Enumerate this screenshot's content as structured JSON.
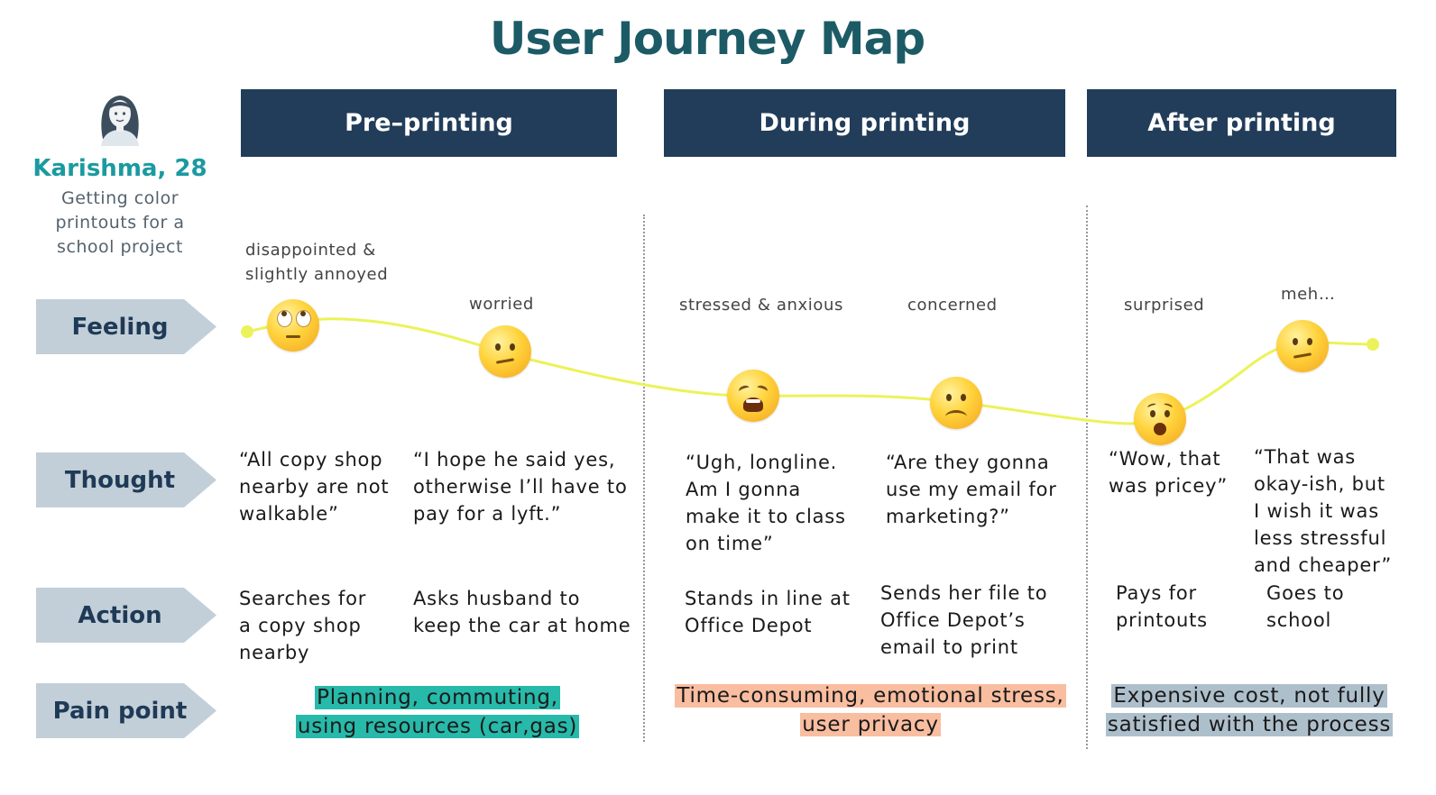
{
  "title": "User Journey Map",
  "persona": {
    "name": "Karishma, 28",
    "description_lines": [
      "Getting color",
      "printouts for a",
      "school project"
    ],
    "avatar_icon": "woman-avatar-icon"
  },
  "phases": [
    {
      "label": "Pre–printing"
    },
    {
      "label": "During printing"
    },
    {
      "label": "After printing"
    }
  ],
  "row_labels": {
    "feeling": "Feeling",
    "thought": "Thought",
    "action": "Action",
    "pain_point": "Pain point"
  },
  "steps": [
    {
      "feeling": [
        "disappointed &",
        "slightly annoyed"
      ],
      "emoji": "eye-roll-face-icon",
      "thought": [
        "“All copy shop",
        "nearby are not",
        "walkable”"
      ],
      "action": [
        "Searches for",
        "a copy shop",
        "nearby"
      ]
    },
    {
      "feeling": [
        "worried"
      ],
      "emoji": "confused-face-icon",
      "thought": [
        "“I hope he said yes,",
        "otherwise I’ll have to",
        "pay for a lyft.”"
      ],
      "action": [
        "Asks husband to",
        "keep the car at home"
      ]
    },
    {
      "feeling": [
        "stressed & anxious"
      ],
      "emoji": "weary-face-icon",
      "thought": [
        "“Ugh, longline.",
        "Am I gonna",
        "make it to class",
        "on time”"
      ],
      "action": [
        "Stands in line at",
        "Office Depot"
      ]
    },
    {
      "feeling": [
        "concerned"
      ],
      "emoji": "frowning-face-icon",
      "thought": [
        "“Are they gonna",
        "use my email for",
        "marketing?”"
      ],
      "action": [
        "Sends her file to",
        "Office Depot’s",
        "email to print"
      ]
    },
    {
      "feeling": [
        "surprised"
      ],
      "emoji": "surprised-face-icon",
      "thought": [
        "“Wow, that",
        "was pricey”"
      ],
      "action": [
        "Pays for",
        "printouts"
      ]
    },
    {
      "feeling": [
        "meh…"
      ],
      "emoji": "confused-face-icon",
      "thought": [
        "“That was",
        "okay-ish, but",
        "I wish it was",
        "less stressful",
        "and cheaper”"
      ],
      "action": [
        "Goes to",
        "school"
      ]
    }
  ],
  "pain_points": [
    {
      "lines": [
        "Planning, commuting,",
        "using resources (car,gas)"
      ],
      "color": "#27b9a9"
    },
    {
      "lines": [
        "Time-consuming, emotional stress,",
        "user privacy"
      ],
      "color": "#f9bda0"
    },
    {
      "lines": [
        "Expensive cost, not fully",
        "satisfied with the process"
      ],
      "color": "#aebfcc"
    }
  ],
  "colors": {
    "title": "#1c5b66",
    "phase_header": "#213d5a",
    "persona_name": "#1a9aa0",
    "row_label_bg": "#c2cfd8",
    "row_label_text": "#1f3a56",
    "emotion_curve": "#ecf25a"
  }
}
